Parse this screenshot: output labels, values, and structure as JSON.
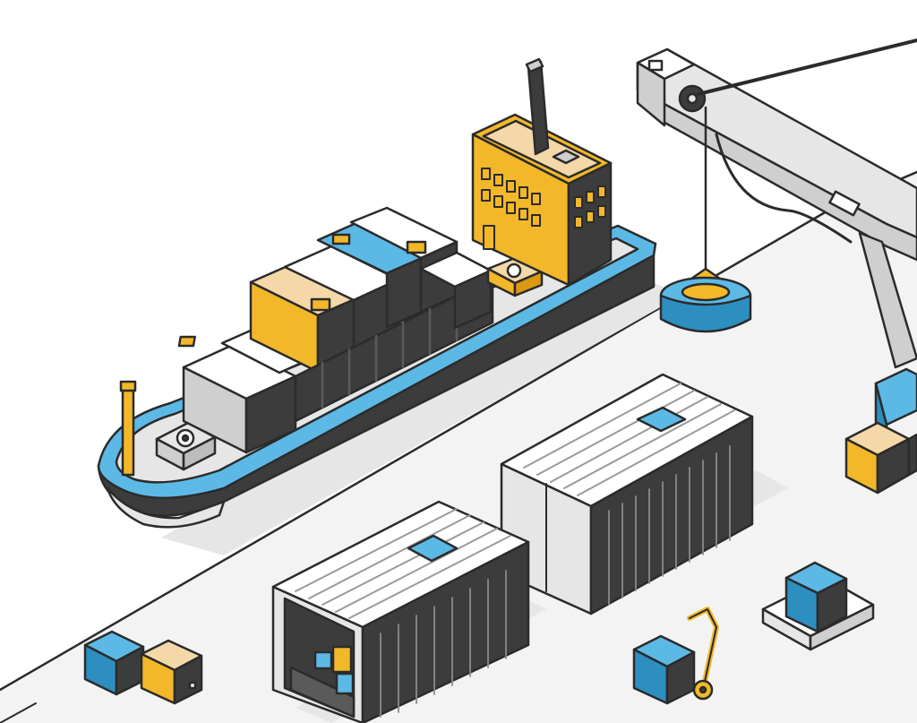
{
  "scene": {
    "subject": "isometric port",
    "palette": {
      "outline": "#2b2b2b",
      "dark": "#3c3c3c",
      "blue": "#5cb9e6",
      "blue_dark": "#2d8ec0",
      "yellow": "#f2b82a",
      "yellow_dark": "#d99a12",
      "cream": "#f4d8a8",
      "white": "#ffffff",
      "light_gray": "#e6e6e6",
      "mid_gray": "#cfcfcf",
      "dock": "#f3f3f3",
      "shadow": "#e9e9e9"
    },
    "elements": [
      "cargo-ship",
      "ship-cabin",
      "smokestack",
      "crane-arm",
      "crane-hook",
      "shipping-container-large",
      "shipping-container-open",
      "boxes",
      "hand-truck",
      "pallet"
    ]
  }
}
